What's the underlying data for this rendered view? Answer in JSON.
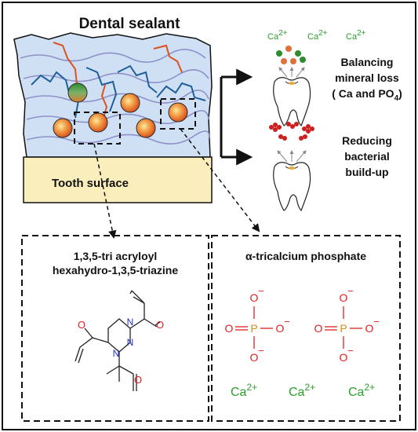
{
  "figure": {
    "title": "Dental sealant",
    "tooth_surface_label": "Tooth surface",
    "top_ions": [
      {
        "base": "Ca",
        "charge": "2+"
      },
      {
        "base": "Ca",
        "charge": "2+"
      },
      {
        "base": "Ca",
        "charge": "2+"
      }
    ],
    "effect_1": {
      "line1": "Balancing",
      "line2": "mineral loss",
      "line3_prefix": "( Ca and PO",
      "line3_sub": "4",
      "line3_suffix": ")"
    },
    "effect_2": {
      "line1": "Reducing",
      "line2": "bacterial",
      "line3": "build-up"
    },
    "panel_left": {
      "title_line1": "1,3,5-tri acryloyl",
      "title_line2": "hexahydro-1,3,5-triazine",
      "atom_o": "O",
      "atom_n": "N"
    },
    "panel_right": {
      "title": "α-tricalcium phosphate",
      "atom_o": "O",
      "atom_p": "P",
      "charge_minus": "−",
      "bottom_ions": [
        {
          "base": "Ca",
          "charge": "2+"
        },
        {
          "base": "Ca",
          "charge": "2+"
        },
        {
          "base": "Ca",
          "charge": "2+"
        }
      ]
    }
  },
  "colors": {
    "sealant_fill": "#cfe0f5",
    "tooth_surface_fill": "#faeebc",
    "polymer_orange": "#d9541e",
    "polymer_blue": "#1f5f9a",
    "polymer_lavender": "#8f90c8",
    "calcium_green": "#2aa02a",
    "oxygen_red": "#e02020",
    "phosphorus_orange": "#e08a10",
    "nitrogen_blue": "#2030c0"
  }
}
